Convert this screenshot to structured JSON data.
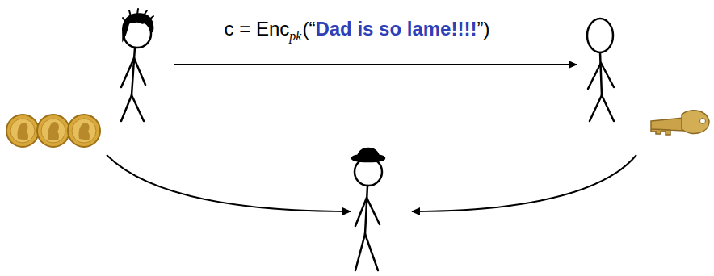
{
  "diagram": {
    "labels": [
      "c = Enc",
      "pk",
      "(“",
      "Dad is so lame!!!!",
      "”)"
    ]
  }
}
